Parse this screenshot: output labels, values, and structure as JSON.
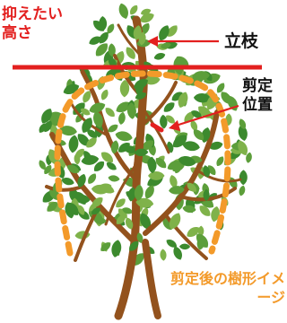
{
  "colors": {
    "prune_line": "#e3201f",
    "accent_text": "#e3201f",
    "outline": "#f39a2a",
    "trunk": "#93521d",
    "leaf_dark": "#3c8a2e",
    "leaf_light": "#7fb24a",
    "label_text": "#111111"
  },
  "labels": {
    "target_height": "抑えたい高さ",
    "leader_branch": "立枝",
    "cut_position": "剪定位置",
    "pruned_shape": "剪定後の樹形イメージ"
  },
  "icons": {
    "leader_arrow": "arrow-left-icon",
    "cut_arrow": "arrow-left-icon",
    "cut_mark": "cut-mark-icon"
  }
}
